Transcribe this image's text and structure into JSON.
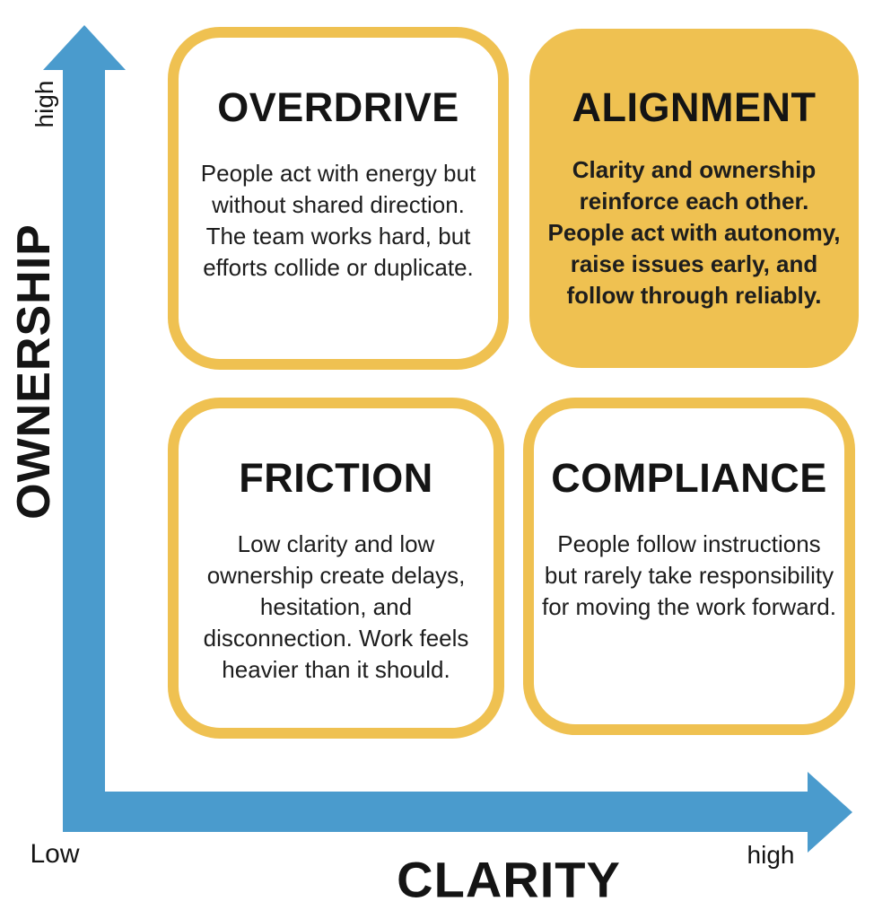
{
  "colors": {
    "axis_blue": "#4A9BCD",
    "accent_yellow": "#EFC151",
    "text_black": "#141414"
  },
  "axes": {
    "y": {
      "label": "OWNERSHIP",
      "high_label": "high"
    },
    "x": {
      "label": "CLARITY",
      "low_label": "Low",
      "high_label": "high"
    }
  },
  "quadrants": [
    {
      "id": "overdrive",
      "title": "OVERDRIVE",
      "description": "People act with energy but without shared direction. The team works hard, but efforts collide or duplicate.",
      "highlighted": false
    },
    {
      "id": "alignment",
      "title": "ALIGNMENT",
      "description": "Clarity and ownership reinforce each other. People act with autonomy, raise issues early, and follow through reliably.",
      "highlighted": true
    },
    {
      "id": "friction",
      "title": "FRICTION",
      "description": "Low clarity and low ownership create delays, hesitation, and disconnection. Work feels heavier than it should.",
      "highlighted": false
    },
    {
      "id": "compliance",
      "title": "COMPLIANCE",
      "description": "People follow instructions but rarely take responsibility for moving the work forward.",
      "highlighted": false
    }
  ]
}
